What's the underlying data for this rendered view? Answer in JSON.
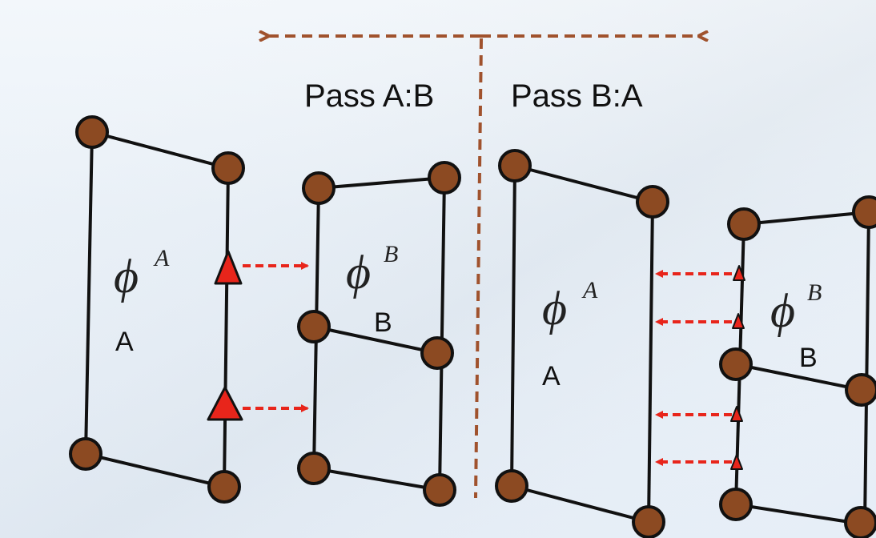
{
  "labels": {
    "pass_ab": "Pass A:B",
    "pass_ba": "Pass B:A"
  },
  "left_panel": {
    "phi_a": "ϕ",
    "phi_a_sup": "A",
    "region_a": "A",
    "phi_b": "ϕ",
    "phi_b_sup": "B",
    "region_b": "B"
  },
  "right_panel": {
    "phi_a": "ϕ",
    "phi_a_sup": "A",
    "region_a": "A",
    "phi_b": "ϕ",
    "phi_b_sup": "B",
    "region_b": "B"
  },
  "colors": {
    "node_fill": "#8c4a22",
    "arrow_red": "#e8251b",
    "divider_brown": "#a0522d"
  }
}
